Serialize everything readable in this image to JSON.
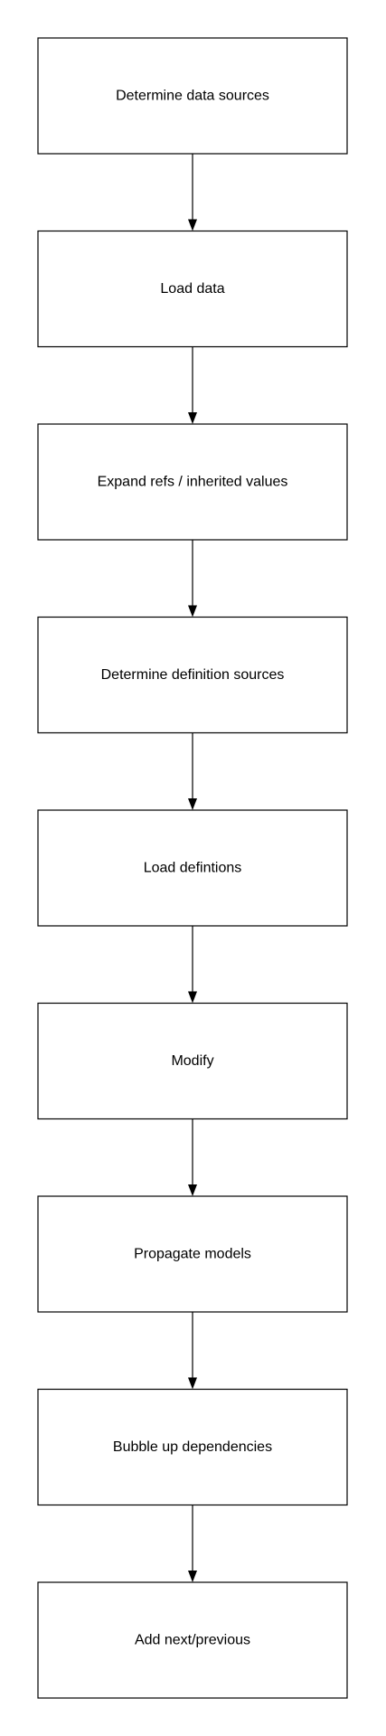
{
  "diagram": {
    "type": "flowchart",
    "direction": "top-to-bottom",
    "steps": [
      {
        "label": "Determine data sources"
      },
      {
        "label": "Load data"
      },
      {
        "label": "Expand refs / inherited values"
      },
      {
        "label": "Determine definition sources"
      },
      {
        "label": "Load defintions"
      },
      {
        "label": "Modify"
      },
      {
        "label": "Propagate models"
      },
      {
        "label": "Bubble up dependencies"
      },
      {
        "label": "Add next/previous"
      }
    ]
  }
}
